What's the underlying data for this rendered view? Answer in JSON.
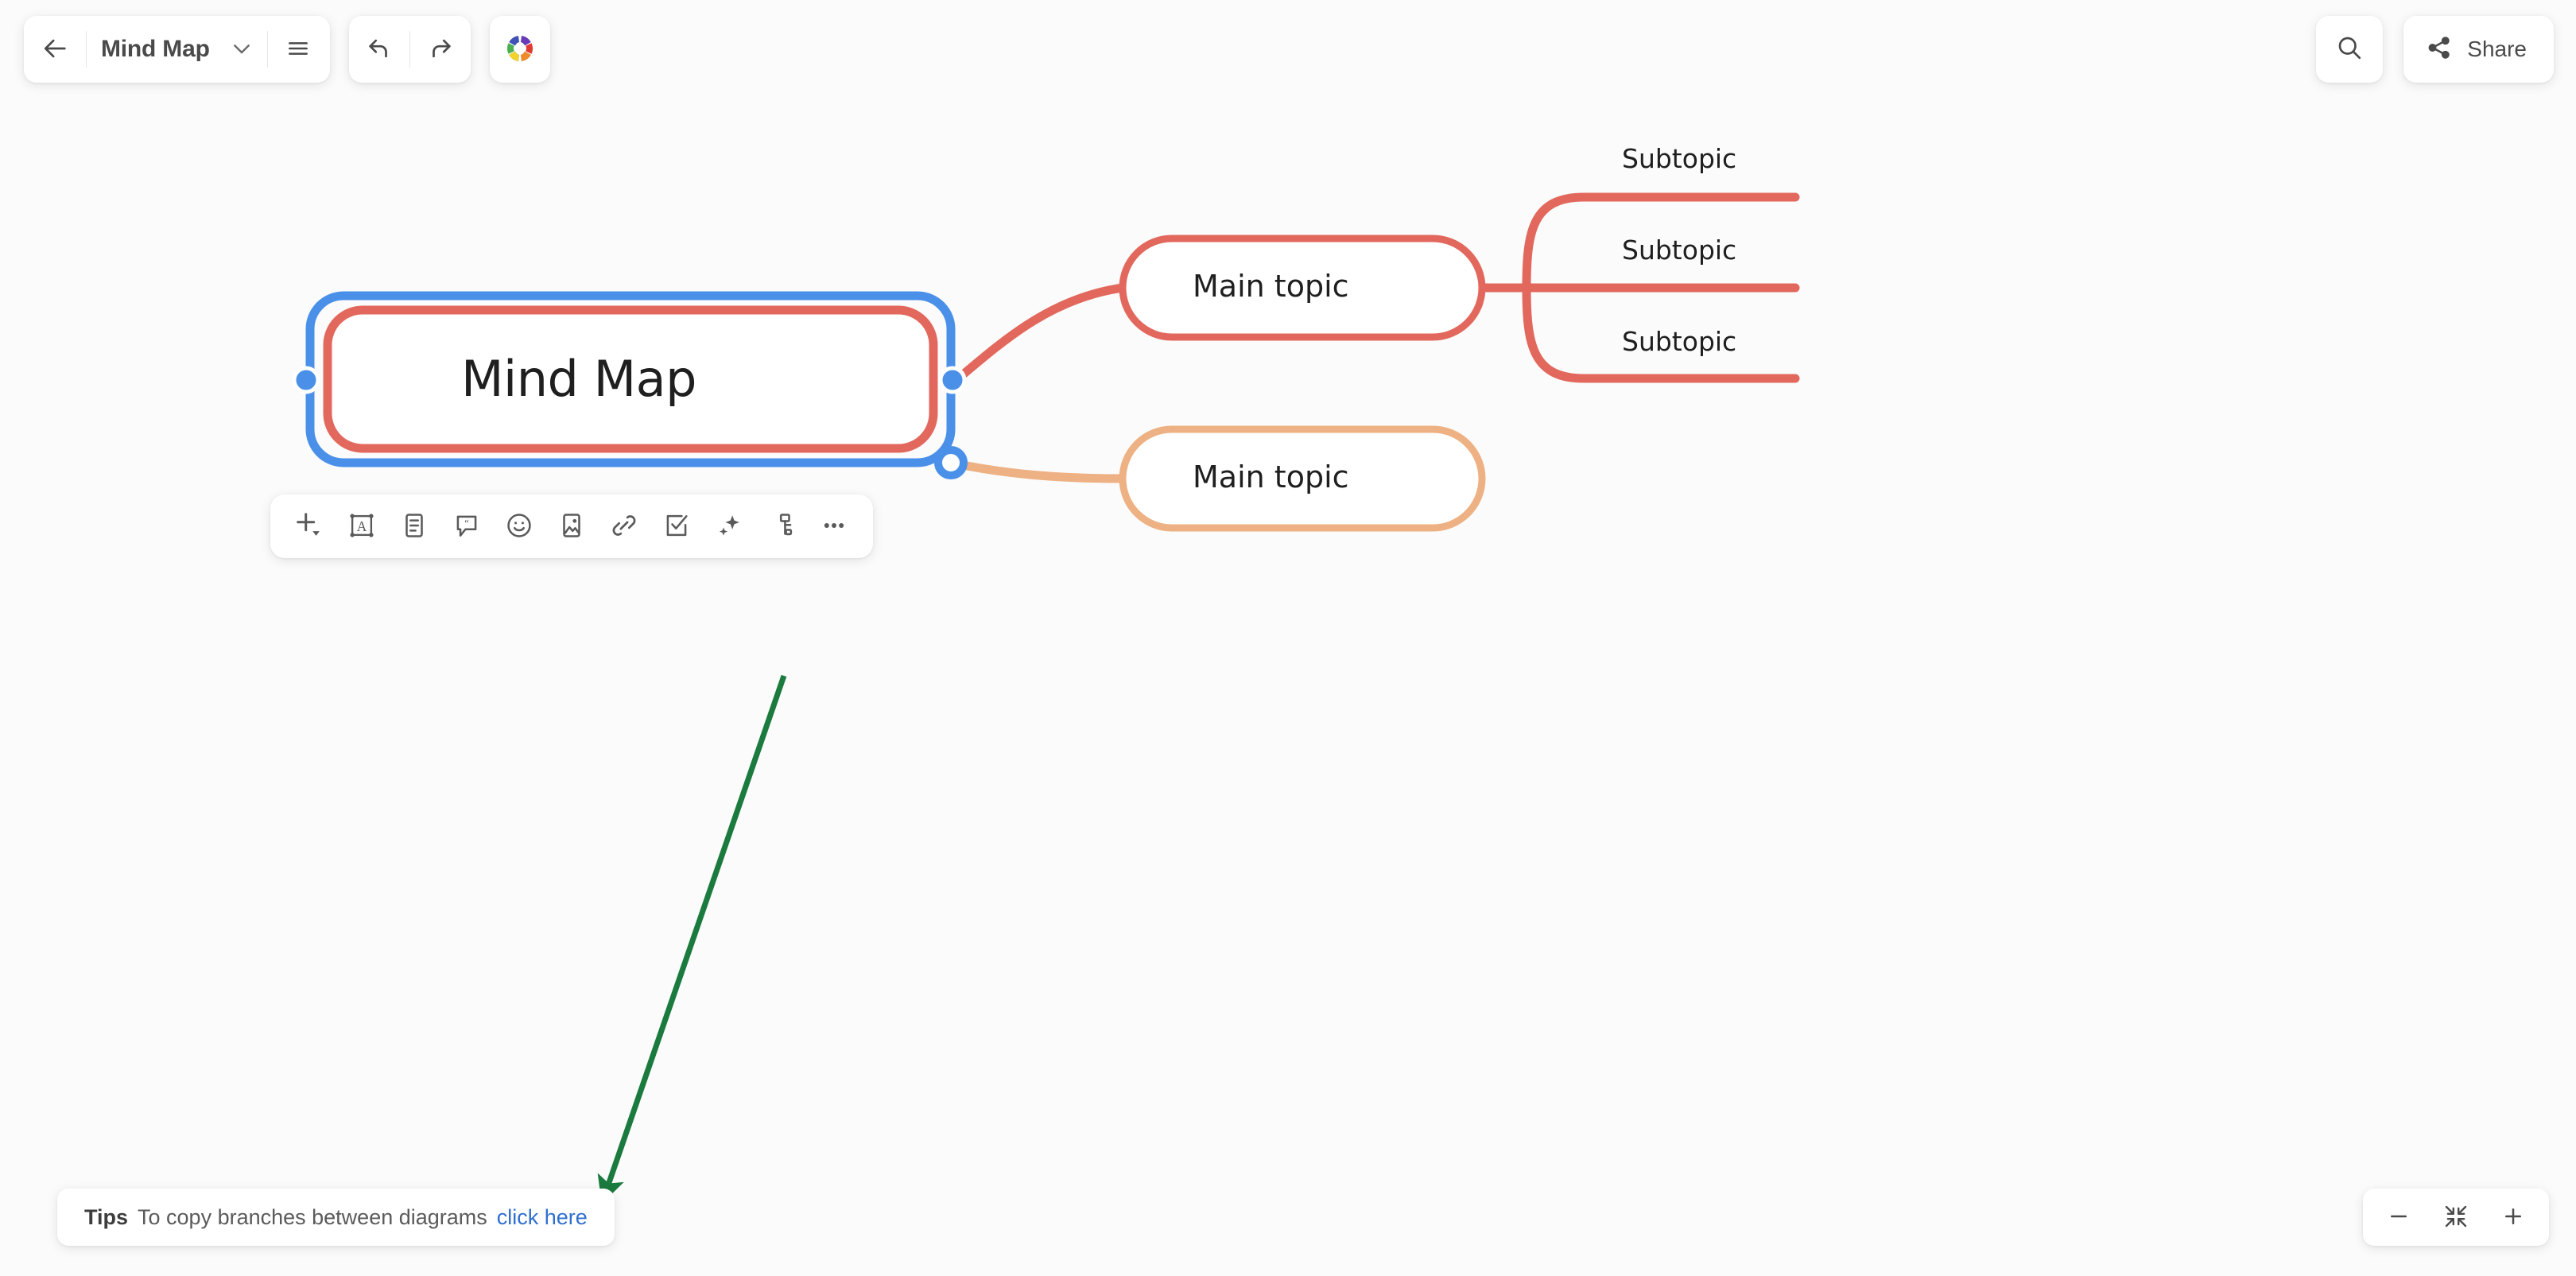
{
  "app": {
    "background_color": "#fbfbfb"
  },
  "topbar": {
    "back_icon": "back-arrow-icon",
    "doc_title": "Mind Map",
    "title_chevron_icon": "chevron-down-icon",
    "menu_icon": "hamburger-menu-icon",
    "undo_icon": "undo-arrow-icon",
    "redo_icon": "redo-arrow-icon",
    "theme_icon": "color-wheel-icon",
    "theme_colors": [
      "#3f51b5",
      "#673ab7",
      "#e03b30",
      "#ef8b2c",
      "#f3d32b",
      "#4caf50"
    ],
    "search_icon": "search-icon",
    "share_icon": "share-icon",
    "share_label": "Share"
  },
  "node_toolbar": {
    "items": [
      {
        "name": "add-topic-button",
        "icon": "plus-with-dropdown-icon",
        "title": "Add"
      },
      {
        "name": "text-box-button",
        "icon": "text-box-icon",
        "title": "Text box"
      },
      {
        "name": "note-button",
        "icon": "note-icon",
        "title": "Note"
      },
      {
        "name": "comment-button",
        "icon": "comment-icon",
        "title": "Comment"
      },
      {
        "name": "emoji-button",
        "icon": "emoji-smiley-icon",
        "title": "Emoji"
      },
      {
        "name": "image-button",
        "icon": "image-icon",
        "title": "Image"
      },
      {
        "name": "link-button",
        "icon": "link-chain-icon",
        "title": "Link"
      },
      {
        "name": "task-button",
        "icon": "checkbox-task-icon",
        "title": "Task"
      },
      {
        "name": "ai-button",
        "icon": "ai-sparkle-icon",
        "title": "AI"
      },
      {
        "name": "layout-button",
        "icon": "branch-layout-icon",
        "title": "Layout"
      },
      {
        "name": "more-options-button",
        "icon": "more-horizontal-icon",
        "title": "More"
      }
    ]
  },
  "mindmap": {
    "central": {
      "text": "Mind Map",
      "border_color": "#e2685d",
      "selected": true,
      "selection_color": "#4a90e8"
    },
    "main_topics": [
      {
        "text": "Main topic",
        "border_color": "#e2685d"
      },
      {
        "text": "Main topic",
        "border_color": "#eeb183"
      }
    ],
    "subtopics": [
      {
        "text": "Subtopic",
        "line_color": "#e2685d"
      },
      {
        "text": "Subtopic",
        "line_color": "#e2685d"
      },
      {
        "text": "Subtopic",
        "line_color": "#e2685d"
      }
    ]
  },
  "annotation": {
    "arrow_color": "#1b7a3e",
    "name": "green-pointer-arrow"
  },
  "tips": {
    "label": "Tips",
    "text": "To copy branches between diagrams",
    "link": "click here",
    "link_color": "#2f6fd0"
  },
  "zoom_controls": {
    "zoom_out_icon": "minus-icon",
    "fit_icon": "fit-to-screen-icon",
    "zoom_in_icon": "plus-icon"
  }
}
